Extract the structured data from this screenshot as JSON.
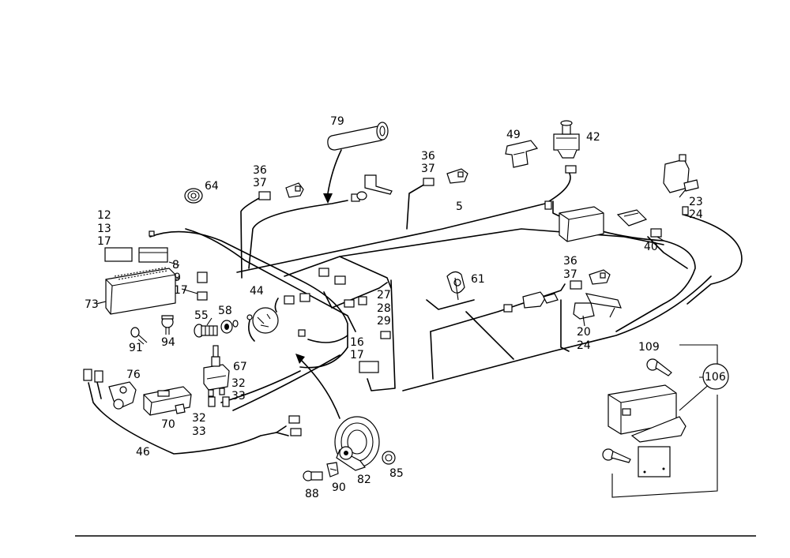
{
  "callouts": {
    "c79": "79",
    "c49": "49",
    "c42": "42",
    "c36a": "36",
    "c37a": "37",
    "c36b": "36",
    "c37b": "37",
    "c64": "64",
    "c5": "5",
    "c23": "23",
    "c24a": "24",
    "c12": "12",
    "c13": "13",
    "c17a": "17",
    "c8": "8",
    "c9": "9",
    "c17b": "17",
    "c73": "73",
    "c40": "40",
    "c61": "61",
    "c36c": "36",
    "c37c": "37",
    "c44": "44",
    "c55": "55",
    "c58": "58",
    "c27": "27",
    "c28": "28",
    "c29": "29",
    "c16": "16",
    "c17c": "17",
    "c91": "91",
    "c94": "94",
    "c20": "20",
    "c24b": "24",
    "c109": "109",
    "c106": "106",
    "c67": "67",
    "c76": "76",
    "c32a": "32",
    "c33a": "33",
    "c70": "70",
    "c32b": "32",
    "c33b": "33",
    "c46": "46",
    "c88": "88",
    "c90": "90",
    "c82": "82",
    "c85": "85"
  }
}
